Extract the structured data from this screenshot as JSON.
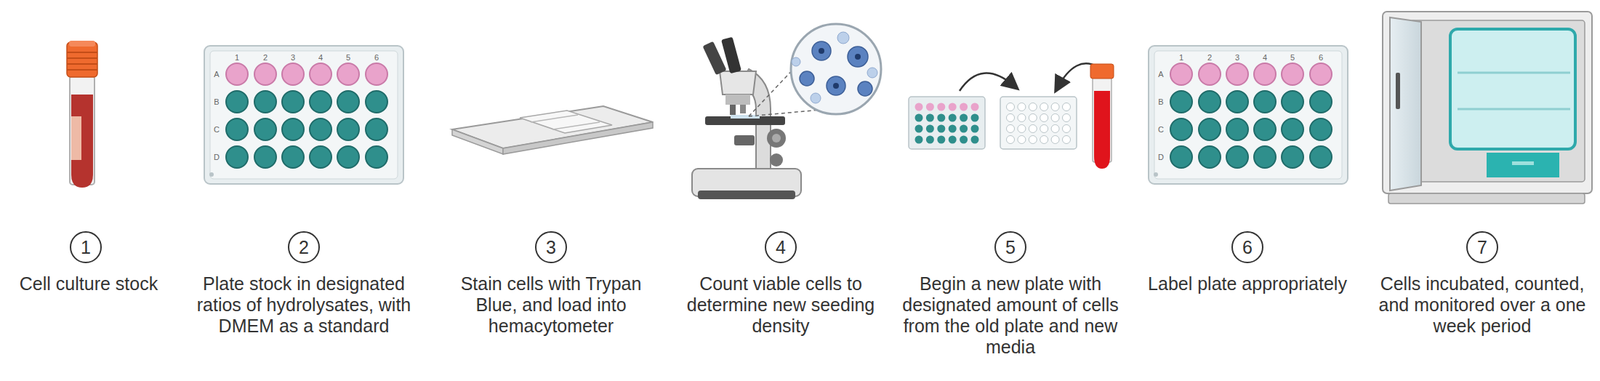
{
  "diagram": {
    "nodes": [
      {
        "text": [
          "1",
          "Cell culture stock"
        ]
      },
      {
        "text": [
          "2",
          "Plate stock in designated ratios of hydrolysates, with DMEM as a standard"
        ]
      },
      {
        "text": [
          "3",
          "Stain cells with Trypan Blue, and load into hemacytometer"
        ]
      },
      {
        "text": [
          "4",
          "Count viable cells to determine new seeding density"
        ]
      },
      {
        "text": [
          "5",
          "Begin a new plate with designated amount of cells from the old plate and new media"
        ]
      },
      {
        "text": [
          "6",
          "Label plate appropriately"
        ]
      },
      {
        "text": [
          "7",
          "Cells incubated, counted, and monitored over a one week period"
        ]
      }
    ],
    "labels": [
      "1",
      "2",
      "3",
      "4",
      "5",
      "6",
      "A",
      "B",
      "C",
      "D",
      "1",
      "2",
      "3",
      "4",
      "5",
      "6",
      "A",
      "B",
      "C",
      "D"
    ]
  }
}
